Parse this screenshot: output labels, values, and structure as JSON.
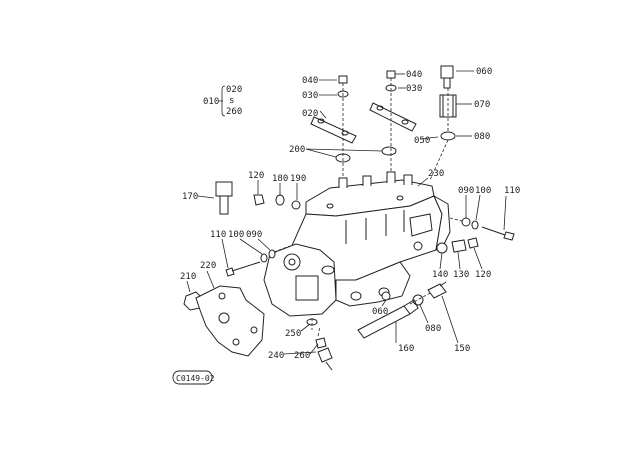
{
  "group": {
    "main": "010",
    "first": "020",
    "separator": "s",
    "last": "260"
  },
  "labels": [
    {
      "id": "040a",
      "text": "040"
    },
    {
      "id": "030a",
      "text": "030"
    },
    {
      "id": "020",
      "text": "020"
    },
    {
      "id": "040b",
      "text": "040"
    },
    {
      "id": "030b",
      "text": "030"
    },
    {
      "id": "060",
      "text": "060"
    },
    {
      "id": "070",
      "text": "070"
    },
    {
      "id": "080a",
      "text": "080"
    },
    {
      "id": "050",
      "text": "050"
    },
    {
      "id": "200",
      "text": "200"
    },
    {
      "id": "120a",
      "text": "120"
    },
    {
      "id": "180",
      "text": "180"
    },
    {
      "id": "190",
      "text": "190"
    },
    {
      "id": "170",
      "text": "170"
    },
    {
      "id": "230",
      "text": "230"
    },
    {
      "id": "090a",
      "text": "090"
    },
    {
      "id": "100a",
      "text": "100"
    },
    {
      "id": "110a",
      "text": "110"
    },
    {
      "id": "110b",
      "text": "110"
    },
    {
      "id": "100b",
      "text": "100"
    },
    {
      "id": "090b",
      "text": "090"
    },
    {
      "id": "210",
      "text": "210"
    },
    {
      "id": "220",
      "text": "220"
    },
    {
      "id": "140",
      "text": "140"
    },
    {
      "id": "130",
      "text": "130"
    },
    {
      "id": "120b",
      "text": "120"
    },
    {
      "id": "060b",
      "text": "060"
    },
    {
      "id": "080b",
      "text": "080"
    },
    {
      "id": "150",
      "text": "150"
    },
    {
      "id": "250",
      "text": "250"
    },
    {
      "id": "160",
      "text": "160"
    },
    {
      "id": "240",
      "text": "240"
    },
    {
      "id": "260",
      "text": "260"
    }
  ],
  "drawing_code": "C0149-02"
}
